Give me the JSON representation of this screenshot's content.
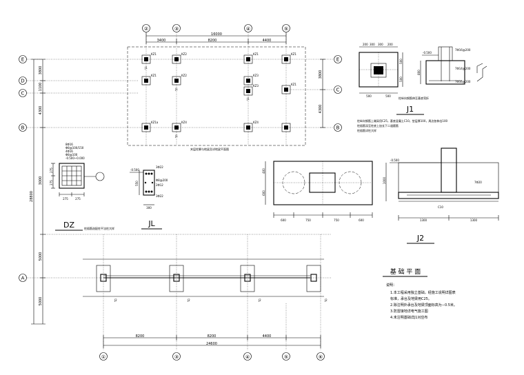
{
  "grid": {
    "top_axes": [
      "②",
      "③",
      "④",
      "⑤"
    ],
    "bottom_axes": [
      "①",
      "③",
      "④",
      "⑤",
      "⑥"
    ],
    "left_axes": [
      "E",
      "D",
      "C",
      "B",
      "A"
    ],
    "right_axes": [
      "E",
      "C",
      "B"
    ]
  },
  "dims": {
    "top_total": "16000",
    "top_segments": [
      "3400",
      "8200",
      "4400"
    ],
    "bottom_total": "24600",
    "bottom_segments": [
      "8200",
      "8200",
      "4400"
    ],
    "left_total": "28800",
    "left_segments": [
      "3800",
      "1100",
      "4300",
      "3000",
      "5000",
      "5000"
    ],
    "right_segments": [
      "3800",
      "4300"
    ]
  },
  "columns": {
    "labels": [
      "KZ1",
      "KZ1",
      "KZ1",
      "KZ1",
      "KZ2",
      "KZ2",
      "KZ3",
      "KZ3",
      "KZ4",
      "KZ4",
      "KZ1a",
      "KZ1"
    ],
    "j_labels": [
      "J1",
      "J1",
      "J1",
      "J1"
    ],
    "j2_labels": [
      "J2",
      "J2",
      "J2",
      "J2"
    ],
    "plan_note": "夹层柱脚与地梁及详地梁平面图"
  },
  "j1": {
    "title": "J1",
    "dims": [
      "200",
      "300",
      "300",
      "200",
      "500",
      "500",
      "500",
      "500",
      "800"
    ],
    "level": "-0.500",
    "rebar": [
      "7Φ16@200",
      "7Φ14@200",
      "7Φ16@200"
    ],
    "note": "柱纵向钢筋伸至基底弯折",
    "notes": [
      "柱纵向钢筋上端采用C25，基底混凝土C10，垫层厚100，周边各伸出100",
      "柱插筋深至柱底上加长下二道箍筋",
      "柱插筋详柱大样"
    ]
  },
  "dz": {
    "title": "DZ",
    "note": "柱插筋选配柱平法柱大样",
    "dims": [
      "275",
      "275",
      "275",
      "275"
    ],
    "rebar": [
      "8Φ16",
      "Φ8@100/150",
      "4Φ16",
      "Φ8@100",
      "-0.500~0.000"
    ]
  },
  "jl": {
    "title": "JL",
    "dims": [
      "550",
      "300"
    ],
    "rebar": [
      "3Φ22",
      "Φ8@200",
      "2Φ12",
      "3Φ22"
    ],
    "level": "-0.500"
  },
  "j2_plan": {
    "dims_bottom": [
      "600",
      "750",
      "750",
      "600"
    ],
    "dims_left": [
      "400",
      "600"
    ]
  },
  "j2": {
    "title": "J2",
    "level": "-0.500",
    "rebar": [
      "7Φ20",
      "C10"
    ],
    "dims_bottom": [
      "1300",
      "1300"
    ],
    "dims_left": [
      "1000"
    ]
  },
  "legend": {
    "title": "基 础 平 面",
    "heading": "说明：",
    "notes": [
      "1.本工程采用独立基础，经施工说明详图表",
      "   标准，承台及地梁用C25。",
      "2.除注明外承台及地梁顶面标高为−0.5米。",
      "3.防雷接地详电气施工图",
      "4.未注明基础详J1对应布"
    ]
  }
}
